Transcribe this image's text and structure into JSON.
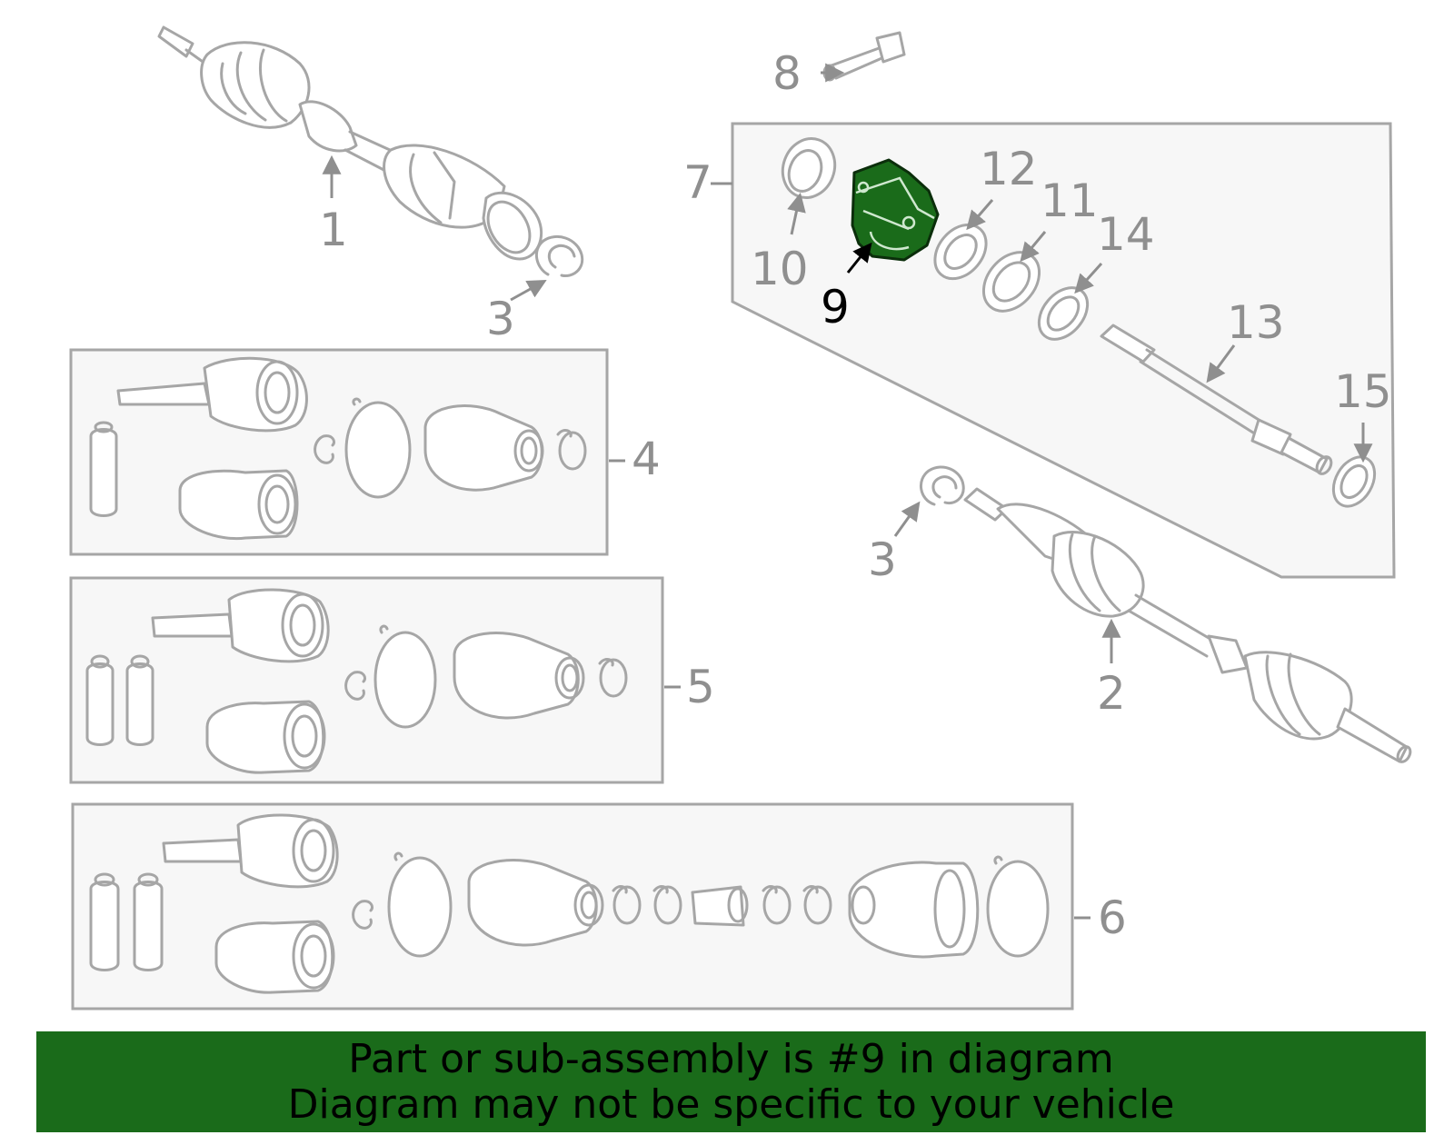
{
  "diagram": {
    "callouts": {
      "c1": "1",
      "c2": "2",
      "c3a": "3",
      "c3b": "3",
      "c4": "4",
      "c5": "5",
      "c6": "6",
      "c7": "7",
      "c8": "8",
      "c9": "9",
      "c10": "10",
      "c11": "11",
      "c12": "12",
      "c13": "13",
      "c14": "14",
      "c15": "15"
    },
    "highlighted_part": "9",
    "highlight_color": "#1a6b1a"
  },
  "banner": {
    "line1": "Part or sub-assembly is #9 in diagram",
    "line2": "Diagram may not be specific to your vehicle",
    "background_color": "#1a6b1a"
  }
}
